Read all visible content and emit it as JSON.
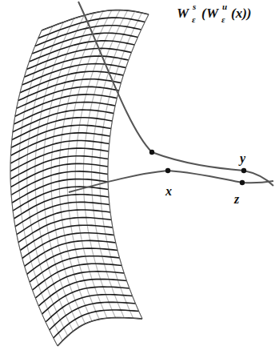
{
  "diagram": {
    "labels": [
      "W",
      "s",
      "ε",
      "(",
      "W",
      "u",
      "ε",
      "(x))",
      "y",
      "z",
      "x"
    ]
  }
}
